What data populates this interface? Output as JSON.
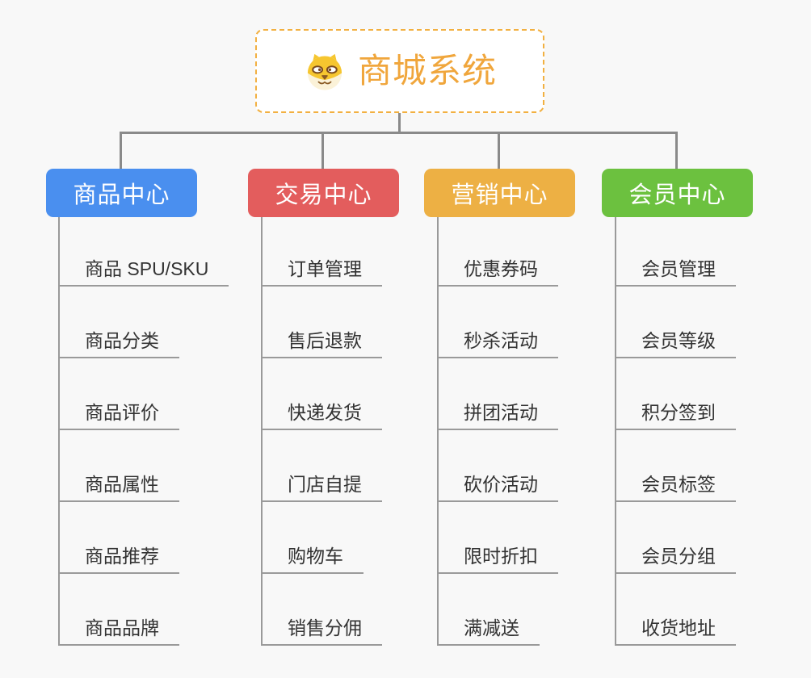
{
  "root": {
    "title": "商城系统",
    "icon": "dog-face-icon",
    "text_color": "#f0a63c",
    "border_color": "#f2b041"
  },
  "connector_color": "#8a8a8a",
  "underline_color": "#9a9a9a",
  "branches": [
    {
      "label": "商品中心",
      "color": "#4a8fef",
      "items": [
        "商品 SPU/SKU",
        "商品分类",
        "商品评价",
        "商品属性",
        "商品推荐",
        "商品品牌"
      ]
    },
    {
      "label": "交易中心",
      "color": "#e35d5d",
      "items": [
        "订单管理",
        "售后退款",
        "快递发货",
        "门店自提",
        "购物车",
        "销售分佣"
      ]
    },
    {
      "label": "营销中心",
      "color": "#edb044",
      "items": [
        "优惠券码",
        "秒杀活动",
        "拼团活动",
        "砍价活动",
        "限时折扣",
        "满减送"
      ]
    },
    {
      "label": "会员中心",
      "color": "#6cc13f",
      "items": [
        "会员管理",
        "会员等级",
        "积分签到",
        "会员标签",
        "会员分组",
        "收货地址"
      ]
    }
  ]
}
